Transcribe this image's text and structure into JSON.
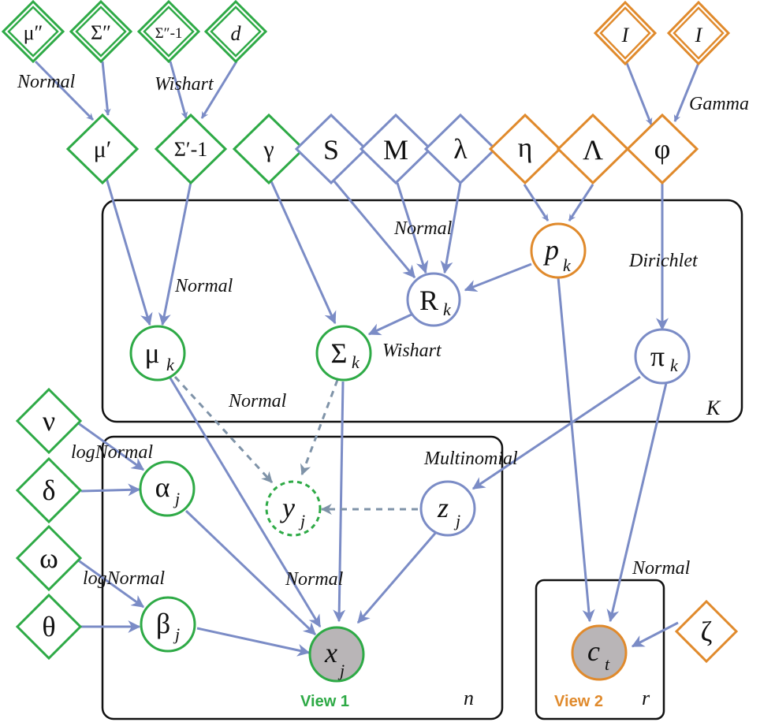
{
  "colors": {
    "green": "#2eaa46",
    "blue": "#7b8cc6",
    "orange": "#e08a2c",
    "edge": "#7b8cc6",
    "dashed_edge": "#7f93a8",
    "observed_fill": "#b9b5b7"
  },
  "nodes": {
    "mu_dd": {
      "text": "μ″"
    },
    "sigma_dd": {
      "text": "Σ″"
    },
    "sigma_dd_inv": {
      "text": "Σ″-1"
    },
    "d": {
      "text": "d"
    },
    "I1": {
      "text": "I"
    },
    "I2": {
      "text": "I"
    },
    "mu_d": {
      "text": "μ′"
    },
    "sigma_d_inv": {
      "text": "Σ′-1"
    },
    "gamma": {
      "text": "γ"
    },
    "S": {
      "text": "S"
    },
    "M": {
      "text": "M"
    },
    "lambda": {
      "text": "λ"
    },
    "eta": {
      "text": "η"
    },
    "Lambda": {
      "text": "Λ"
    },
    "phi": {
      "text": "φ"
    },
    "p_k": {
      "text": "p",
      "sub": "k"
    },
    "R_k": {
      "text": "R",
      "sub": "k"
    },
    "mu_k": {
      "text": "μ",
      "sub": "k"
    },
    "Sigma_k": {
      "text": "Σ",
      "sub": "k"
    },
    "pi_k": {
      "text": "π",
      "sub": "k"
    },
    "nu": {
      "text": "ν"
    },
    "delta": {
      "text": "δ"
    },
    "omega": {
      "text": "ω"
    },
    "theta": {
      "text": "θ"
    },
    "alpha_j": {
      "text": "α",
      "sub": "j"
    },
    "beta_j": {
      "text": "β",
      "sub": "j"
    },
    "y_j": {
      "text": "y",
      "sub": "j"
    },
    "z_j": {
      "text": "z",
      "sub": "j"
    },
    "x_j": {
      "text": "x",
      "sub": "j"
    },
    "c_t": {
      "text": "c",
      "sub": "t"
    },
    "zeta": {
      "text": "ζ"
    }
  },
  "edge_labels": {
    "normal_1": "Normal",
    "wishart_1": "Wishart",
    "gamma_1": "Gamma",
    "normal_2": "Normal",
    "dirichlet": "Dirichlet",
    "normal_3": "Normal",
    "wishart_2": "Wishart",
    "normal_4": "Normal",
    "lognormal_1": "logNormal",
    "multinomial": "Multinomial",
    "lognormal_2": "logNormal",
    "normal_5": "Normal",
    "normal_6": "Normal"
  },
  "plates": {
    "K": "K",
    "n": "n",
    "r": "r"
  },
  "views": {
    "view1": "View 1",
    "view2": "View 2"
  }
}
